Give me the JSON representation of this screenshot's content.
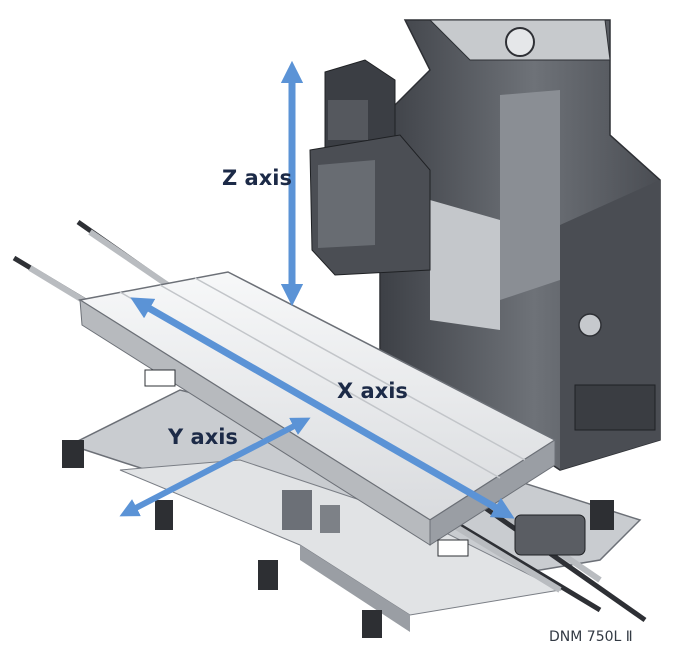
{
  "labels": {
    "z_axis": "Z axis",
    "x_axis": "X axis",
    "y_axis": "Y axis"
  },
  "caption": "DNM 750L Ⅱ",
  "colors": {
    "arrow": "#5b93d6",
    "metal_dark": "#55585e",
    "metal_mid": "#8e9299",
    "metal_light": "#d4d6d9",
    "table": "#eceef0",
    "label_text": "#1c2a47"
  }
}
